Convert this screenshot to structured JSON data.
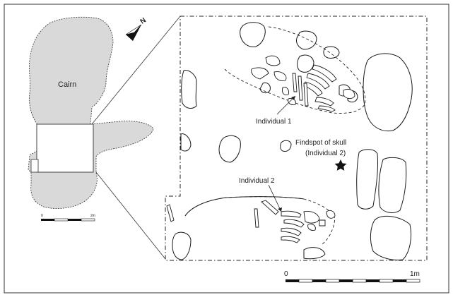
{
  "labels": {
    "cairn": "Cairn",
    "individual_1": "Individual 1",
    "findspot_line1": "Findspot of skull",
    "findspot_line2": "(Individual 2)",
    "individual_2": "Individual 2",
    "north": "N"
  },
  "scale_bars": {
    "main": {
      "start": "0",
      "end": "1m"
    },
    "inset": {
      "start": "0",
      "end": "2m"
    }
  },
  "colors": {
    "stroke": "#1a1a1a",
    "cairn_fill": "#d9d9d9",
    "background": "#ffffff"
  }
}
